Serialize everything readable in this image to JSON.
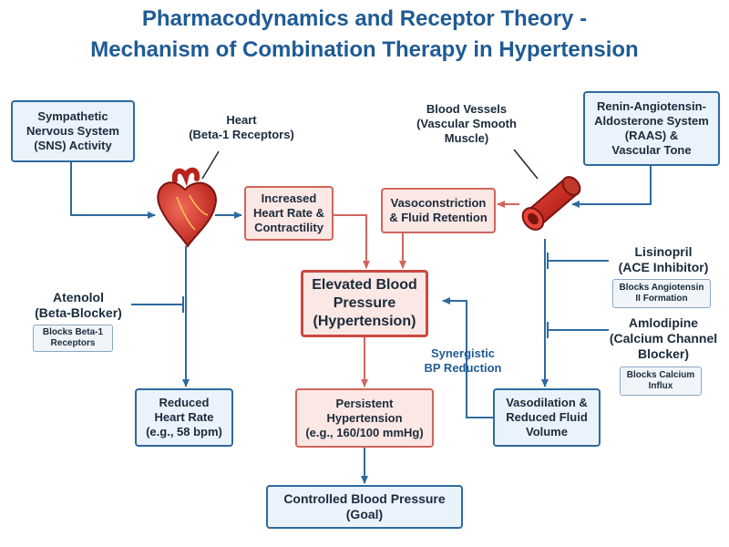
{
  "title": {
    "line1": "Pharmacodynamics and Receptor Theory -",
    "line2": "Mechanism of Combination Therapy in Hypertension"
  },
  "nodes": {
    "sns": "Sympathetic\nNervous System\n(SNS) Activity",
    "raas": "Renin-Angiotensin-\nAldosterone System\n(RAAS) &\nVascular Tone",
    "increased_hr": "Increased\nHeart Rate &\nContractility",
    "vasoconstriction": "Vasoconstriction\n& Fluid Retention",
    "elevated_bp": "Elevated Blood\nPressure\n(Hypertension)",
    "reduced_hr": "Reduced\nHeart Rate\n(e.g., 58 bpm)",
    "persistent_htn": "Persistent\nHypertension\n(e.g., 160/100 mmHg)",
    "vasodilation": "Vasodilation &\nReduced Fluid\nVolume",
    "controlled_bp": "Controlled Blood Pressure\n(Goal)"
  },
  "labels": {
    "heart": "Heart\n(Beta-1 Receptors)",
    "vessels": "Blood Vessels\n(Vascular Smooth\nMuscle)",
    "atenolol": "Atenolol\n(Beta-Blocker)",
    "atenolol_note": "Blocks Beta-1\nReceptors",
    "lisinopril": "Lisinopril\n(ACE Inhibitor)",
    "lisinopril_note": "Blocks Angiotensin\nII Formation",
    "amlodipine": "Amlodipine\n(Calcium Channel\nBlocker)",
    "amlodipine_note": "Blocks Calcium\nInflux",
    "synergy": "Synergistic\nBP Reduction"
  },
  "icons": {
    "heart": "heart-icon",
    "vessel": "blood-vessel-icon"
  },
  "colors": {
    "title": "#1f5b95",
    "blue_arrow": "#2e6a9e",
    "red_arrow": "#d1655c",
    "blue_fill": "#eaf3fb",
    "red_fill": "#fbe7e4"
  }
}
